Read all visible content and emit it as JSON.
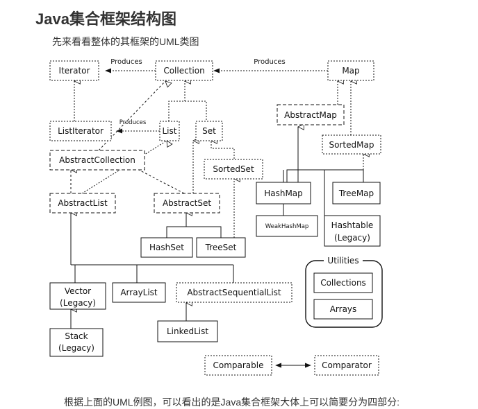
{
  "page": {
    "heading": "Java集合框架结构图",
    "subtitle": "先来看看整体的其框架的UML类图",
    "footer": "根据上面的UML例图，可以看出的是Java集合框架大体上可以简要分为四部分:"
  },
  "diagram": {
    "iterator": "Iterator",
    "collection": "Collection",
    "map": "Map",
    "list_iterator": "ListIterator",
    "list": "List",
    "set": "Set",
    "abstract_map": "AbstractMap",
    "sorted_map": "SortedMap",
    "abstract_collection": "AbstractCollection",
    "sorted_set": "SortedSet",
    "abstract_list": "AbstractList",
    "abstract_set": "AbstractSet",
    "hash_map": "HashMap",
    "tree_map": "TreeMap",
    "weak_hash_map": "WeakHashMap",
    "hashtable": "Hashtable",
    "legacy": "(Legacy)",
    "hash_set": "HashSet",
    "tree_set": "TreeSet",
    "vector": "Vector",
    "array_list": "ArrayList",
    "abstract_sequential_list": "AbstractSequentialList",
    "stack": "Stack",
    "linked_list": "LinkedList",
    "utilities": "Utilities",
    "collections": "Collections",
    "arrays": "Arrays",
    "comparable": "Comparable",
    "comparator": "Comparator",
    "produces": "Produces"
  }
}
